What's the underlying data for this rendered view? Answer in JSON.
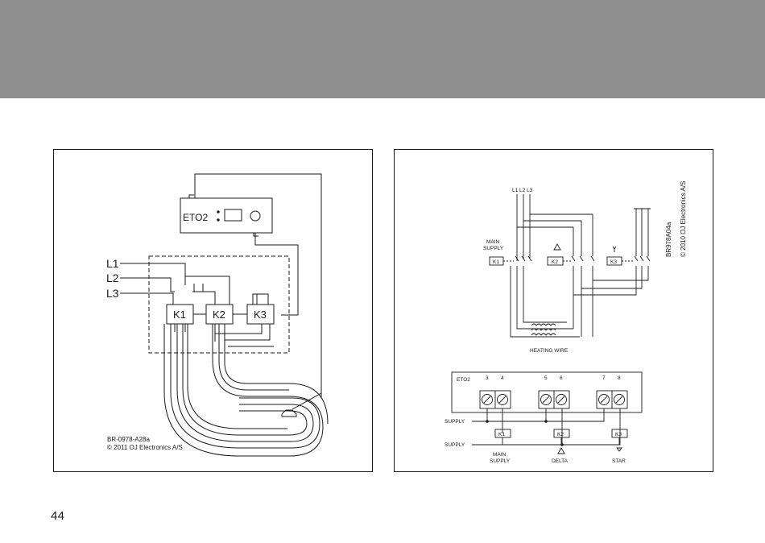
{
  "page": {
    "number": "44",
    "header_color": "#8e8e8e"
  },
  "left_diagram": {
    "controller_label": "ETO2",
    "phase_labels": [
      "L1",
      "L2",
      "L3"
    ],
    "contactor_labels": [
      "K1",
      "K2",
      "K3"
    ],
    "code": "BR-0978-A28a",
    "copyright": "© 2011 OJ Electronics A/S"
  },
  "right_diagram": {
    "phases_label": "L1 L2 L3",
    "main_supply_label": [
      "MAIN",
      "SUPPLY"
    ],
    "contactor_labels": [
      "K1",
      "K2",
      "K3"
    ],
    "heating_wire_label": "HEATING WIRE",
    "code": "BR978A04a",
    "copyright": "© 2010 OJ Electronics A/S",
    "terminal_block": {
      "label": "ETO2",
      "terminal_numbers": [
        "3",
        "4",
        "5",
        "6",
        "7",
        "8"
      ],
      "supply_labels": [
        "SUPPLY",
        "SUPPLY"
      ],
      "relay_labels": [
        "K1",
        "K2",
        "K3"
      ],
      "bottom_labels": [
        "MAIN",
        "SUPPLY",
        "DELTA",
        "STAR"
      ]
    }
  }
}
